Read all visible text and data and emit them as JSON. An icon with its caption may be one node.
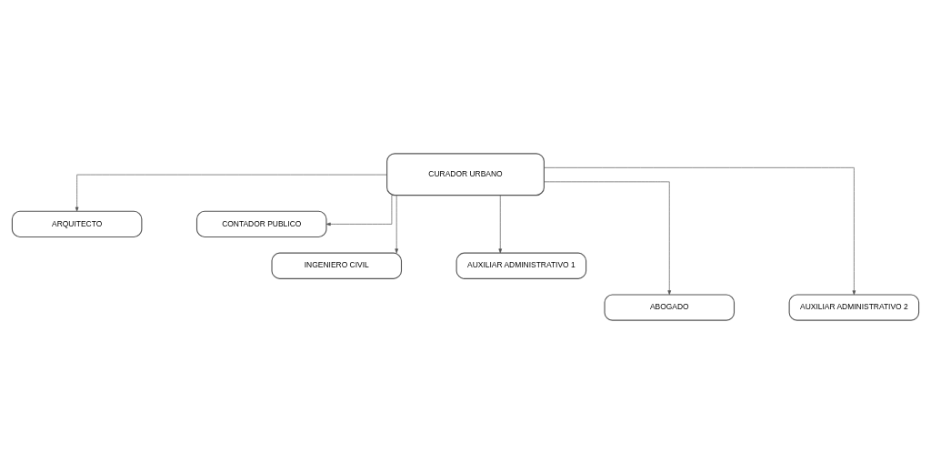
{
  "diagram": {
    "nodes": [
      {
        "text": [
          "CURADOR URBANO"
        ]
      },
      {
        "text": [
          "ARQUITECTO"
        ]
      },
      {
        "text": [
          "CONTADOR PUBLICO"
        ]
      },
      {
        "text": [
          "INGENIERO CIVIL"
        ]
      },
      {
        "text": [
          "AUXILIAR ADMINISTRATIVO 1"
        ]
      },
      {
        "text": [
          "ABOGADO"
        ]
      },
      {
        "text": [
          "AUXILIAR ADMINISTRATIVO 2"
        ]
      }
    ],
    "edges": [
      {
        "from": 0,
        "to": 1,
        "arrow": "to"
      },
      {
        "from": 0,
        "to": 3,
        "arrow": "to"
      },
      {
        "from": 0,
        "to": 5,
        "arrow": "to"
      },
      {
        "from": 0,
        "to": 2,
        "arrow": "to"
      },
      {
        "from": 0,
        "to": 4,
        "arrow": "to"
      },
      {
        "from": 0,
        "to": 6,
        "arrow": "to"
      }
    ]
  }
}
